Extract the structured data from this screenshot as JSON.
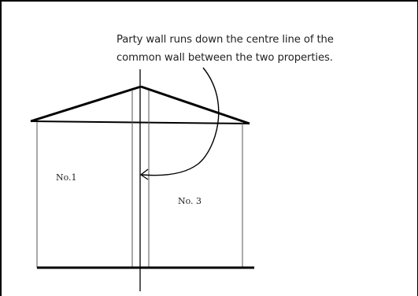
{
  "caption": {
    "line1": "Party wall runs down the centre line of the",
    "line2": "common wall between the two properties."
  },
  "properties": {
    "left_label": "No.1",
    "right_label": "No. 3"
  },
  "colors": {
    "frame": "#000000",
    "line": "#000000",
    "thin_line": "#555555",
    "text": "#222222",
    "background": "#ffffff"
  }
}
